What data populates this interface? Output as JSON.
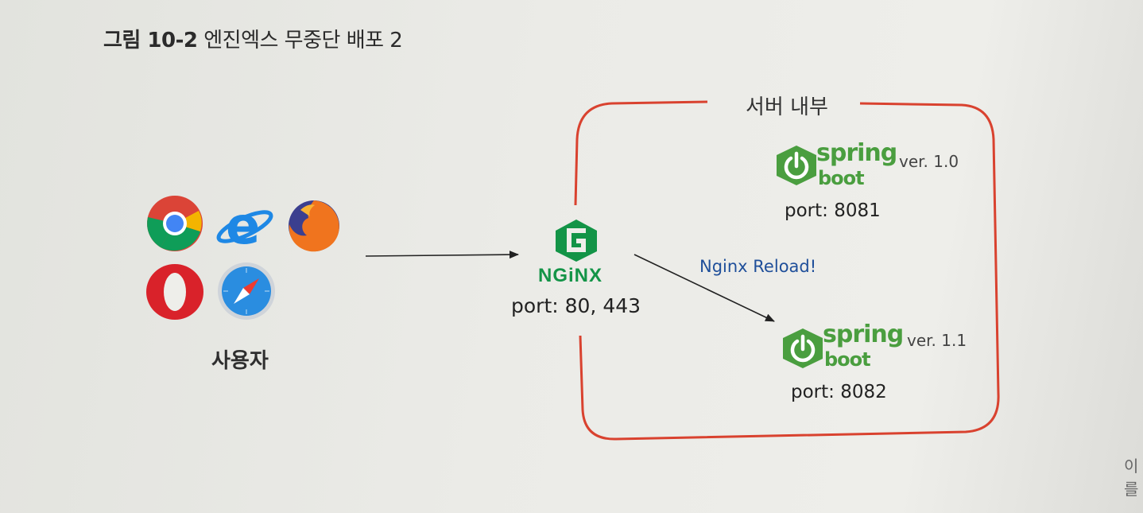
{
  "figure": {
    "caption_bold": "그림 10-2",
    "caption_text": "엔진엑스 무중단 배포 2"
  },
  "users": {
    "label": "사용자",
    "browsers": [
      "chrome-icon",
      "internet-explorer-icon",
      "firefox-icon",
      "opera-icon",
      "safari-icon"
    ]
  },
  "nginx": {
    "logo_text": "NGiNX",
    "port_label": "port: 80, 443"
  },
  "server": {
    "title": "서버 내부",
    "box_color": "#d9422f",
    "apps": [
      {
        "logo_top": "spring",
        "logo_bottom": "boot",
        "version": "ver. 1.0",
        "port_label": "port: 8081"
      },
      {
        "logo_top": "spring",
        "logo_bottom": "boot",
        "version": "ver. 1.1",
        "port_label": "port: 8082"
      }
    ]
  },
  "arrows": {
    "reload_label": "Nginx Reload!"
  },
  "page_edge_text": "이를"
}
